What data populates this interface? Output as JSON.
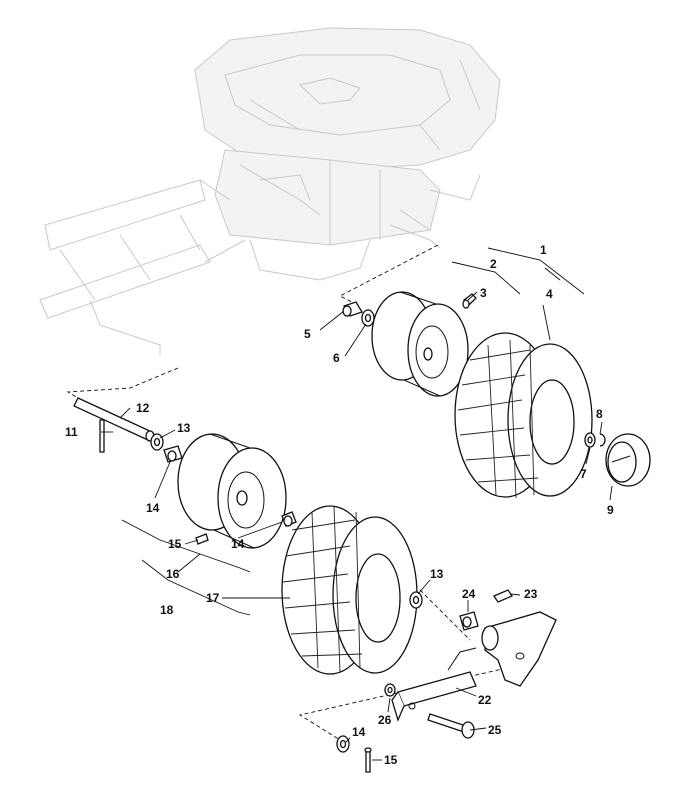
{
  "callouts": {
    "c1": "1",
    "c2": "2",
    "c3": "3",
    "c4": "4",
    "c5": "5",
    "c6": "6",
    "c7": "7",
    "c8": "8",
    "c9": "9",
    "c11": "11",
    "c12": "12",
    "c13a": "13",
    "c13b": "13",
    "c14a": "14",
    "c14b": "14",
    "c14c": "14",
    "c15a": "15",
    "c15b": "15",
    "c16": "16",
    "c17": "17",
    "c18": "18",
    "c22": "22",
    "c23": "23",
    "c24": "24",
    "c25": "25",
    "c26": "26"
  },
  "colors": {
    "ink": "#111111",
    "ghost": "#c9c9c9",
    "background": "#ffffff"
  }
}
